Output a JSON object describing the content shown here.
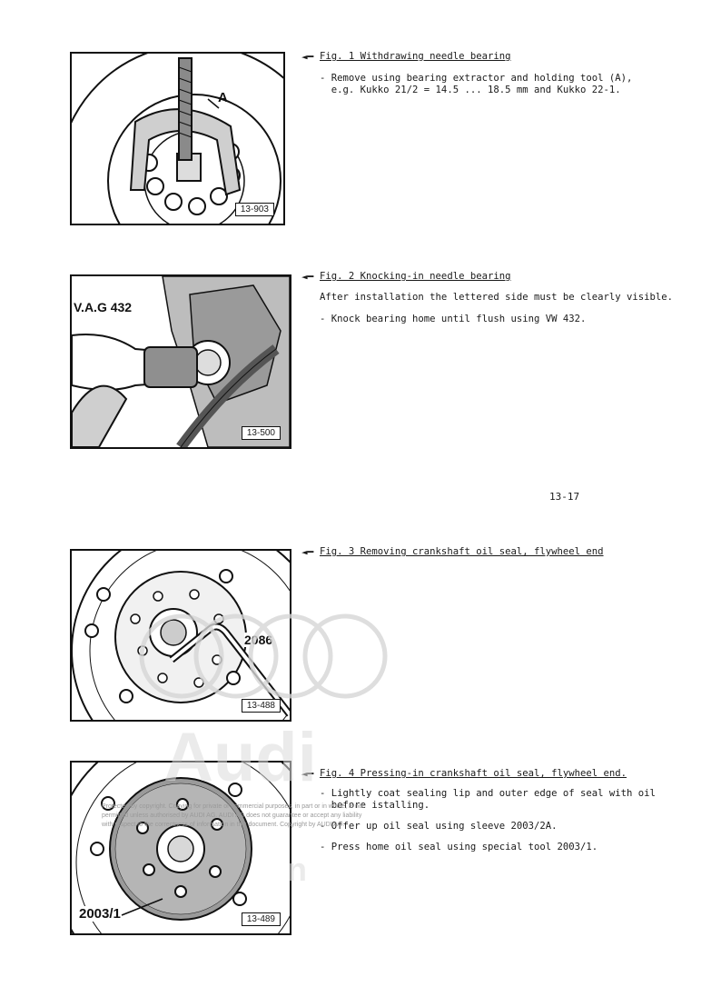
{
  "page_number": "13-17",
  "figures": [
    {
      "tag": "13-903",
      "label": "A",
      "caption": "Fig. 1 Withdrawing needle bearing",
      "lines": [
        "- Remove using bearing extractor and holding tool (A),",
        "  e.g. Kukko 21/2 = 14.5 ... 18.5 mm and Kukko 22-1."
      ]
    },
    {
      "tag": "13-500",
      "label": "V.A.G 432",
      "caption": "Fig. 2 Knocking-in needle bearing",
      "lines": [
        "After installation the lettered side must be clearly visible.",
        "",
        "- Knock bearing home until flush using VW 432."
      ]
    },
    {
      "tag": "13-488",
      "label": "2086",
      "caption": "Fig. 3 Removing crankshaft oil seal, flywheel end",
      "lines": []
    },
    {
      "tag": "13-489",
      "label": "2003/1",
      "caption": "Fig. 4 Pressing-in crankshaft oil seal, flywheel end.",
      "lines": [
        "- Lightly coat sealing lip and outer edge of seal with oil",
        "  before istalling.",
        "- Offer up oil seal using sleeve 2003/2A.",
        "",
        "- Press home oil seal using special tool 2003/1."
      ]
    }
  ],
  "watermark": {
    "brand": "Audi",
    "tail": "n",
    "notice": "Protected by copyright. Copying for private or commercial purposes, in part or in whole, is not\npermitted unless authorised by AUDI AG. AUDI AG does not guarantee or accept any liability\nwith respect to the correctness of information in this document. Copyright by AUDI AG."
  }
}
